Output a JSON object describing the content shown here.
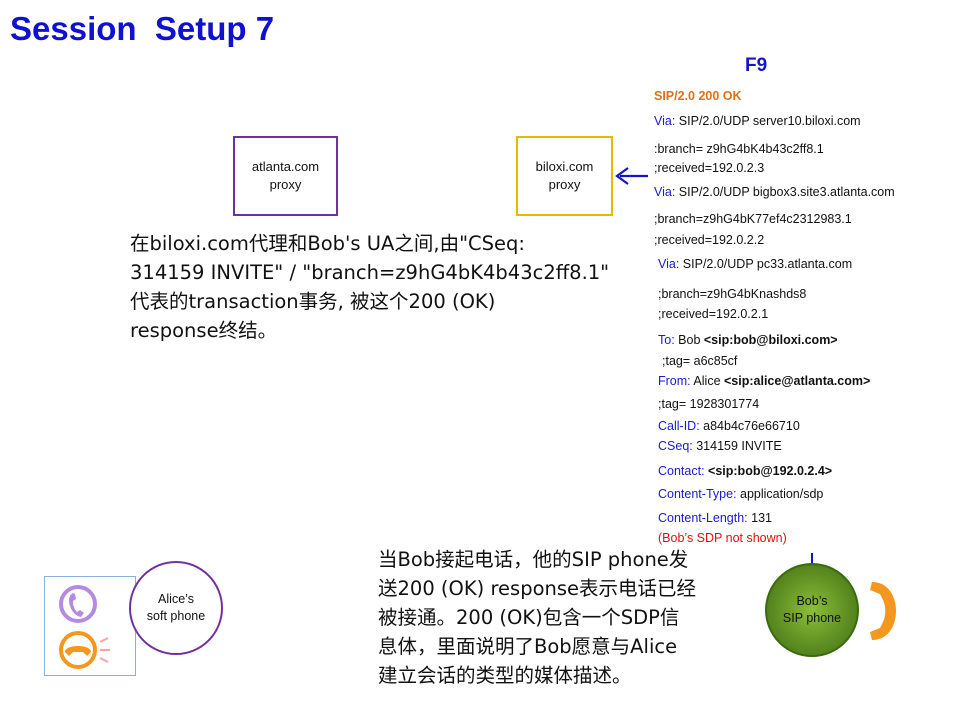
{
  "title": "Session  Setup 7",
  "flow_label": "F9",
  "proxies": {
    "atlanta": {
      "line1": "atlanta.com",
      "line2": "proxy"
    },
    "biloxi": {
      "line1": "biloxi.com",
      "line2": "proxy"
    }
  },
  "message": {
    "status": "SIP/2.0 200 OK",
    "via1_key": "Via:",
    "via1_val": " SIP/2.0/UDP server10.biloxi.com",
    "via1_branch": ":branch= z9hG4bK4b43c2ff8.1",
    "via1_received": ";received=192.0.2.3",
    "via2_key": "Via:",
    "via2_val": " SIP/2.0/UDP bigbox3.site3.atlanta.com",
    "via2_branch": ";branch=z9hG4bK77ef4c2312983.1",
    "via2_received": ";received=192.0.2.2",
    "via3_key": "Via:",
    "via3_val": " SIP/2.0/UDP pc33.atlanta.com",
    "via3_branch": ";branch=z9hG4bKnashds8",
    "via3_received": ";received=192.0.2.1",
    "to_key": "To:",
    "to_name": " Bob ",
    "to_uri": "<sip:bob@biloxi.com>",
    "to_tag": ";tag= a6c85cf",
    "from_key": "From:",
    "from_name": " Alice ",
    "from_uri": "<sip:alice@atlanta.com>",
    "from_tag": ";tag= 1928301774",
    "callid_key": "Call-ID:",
    "callid_val": " a84b4c76e66710",
    "cseq_key": "CSeq:",
    "cseq_val": " 314159 INVITE",
    "contact_key": "Contact:",
    "contact_val": " <sip:bob@192.0.2.4>",
    "ctype_key": "Content-Type:",
    "ctype_val": " application/sdp",
    "clen_key": "Content-Length:",
    "clen_val": " 131",
    "sdp_note": "(Bob’s SDP not shown)"
  },
  "text_transaction": {
    "l1": "在biloxi.com代理和Bob's UA之间,由\"CSeq:",
    "l2": "314159 INVITE\" / \"branch=z9hG4bK4b43c2ff8.1\"",
    "l3": "代表的transaction事务, 被这个200 (OK)",
    "l4": "response终结。"
  },
  "text_answer": {
    "l1": "当Bob接起电话，他的SIP phone发",
    "l2": "送200 (OK) response表示电话已经",
    "l3": "被接通。200 (OK)包含一个SDP信",
    "l4": "息体，里面说明了Bob愿意与Alice",
    "l5": "建立会话的类型的媒体描述。"
  },
  "alice": {
    "line1": "Alice’s",
    "line2": "soft phone"
  },
  "bob": {
    "line1": "Bob’s",
    "line2": "SIP phone"
  },
  "colors": {
    "title": "#1010d0",
    "key": "#1a1ad0",
    "status": "#e07018",
    "note": "#e01010",
    "atlanta_border": "#7030a0",
    "biloxi_border": "#e6b800",
    "phone_orange": "#f5961e"
  }
}
